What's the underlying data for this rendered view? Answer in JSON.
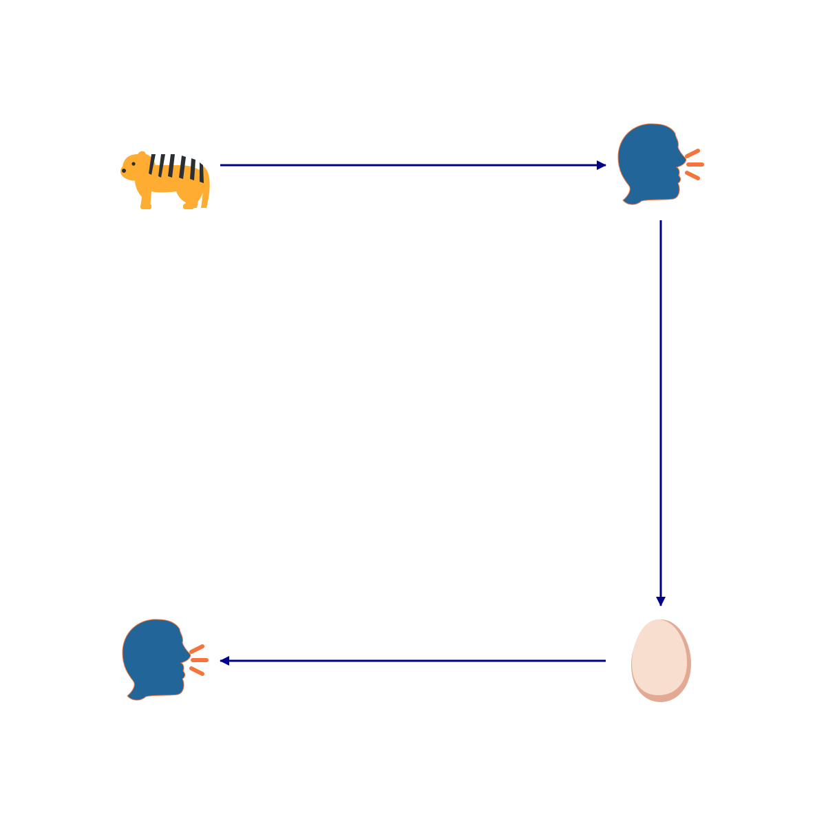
{
  "diagram": {
    "type": "cycle",
    "arrow_color": "#00008B",
    "nodes": [
      {
        "id": "tiger",
        "icon": "tiger-icon",
        "colors": {
          "body": "#FFAC33",
          "stripes": "#292F33"
        }
      },
      {
        "id": "speaker-top-right",
        "icon": "speaking-head-icon",
        "colors": {
          "head": "#226699",
          "sound": "#F4743B"
        }
      },
      {
        "id": "egg",
        "icon": "egg-icon",
        "colors": {
          "shell": "#F7DECE",
          "shade": "#E2AA95"
        }
      },
      {
        "id": "speaker-bottom-left",
        "icon": "speaking-head-icon",
        "colors": {
          "head": "#226699",
          "sound": "#F4743B"
        }
      }
    ],
    "edges": [
      {
        "from": "tiger",
        "to": "speaker-top-right"
      },
      {
        "from": "speaker-top-right",
        "to": "egg"
      },
      {
        "from": "egg",
        "to": "speaker-bottom-left"
      }
    ]
  }
}
